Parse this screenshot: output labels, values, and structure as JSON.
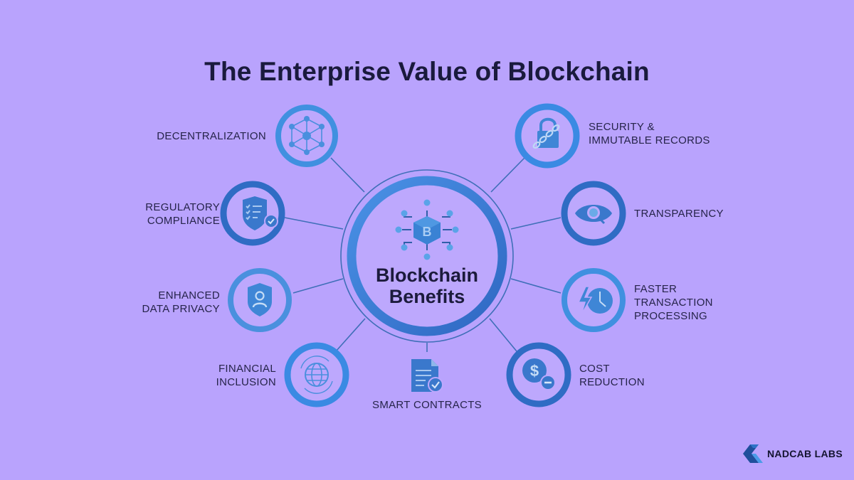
{
  "title": "The Enterprise Value of Blockchain",
  "center": {
    "line1": "Blockchain",
    "line2": "Benefits",
    "icon": "bitcoin-network-icon"
  },
  "benefits": [
    {
      "id": "decentralization",
      "lines": [
        "DECENTRALIZATION"
      ],
      "icon": "network-nodes-icon",
      "side": "left"
    },
    {
      "id": "regulatory-compliance",
      "lines": [
        "REGULATORY",
        "COMPLIANCE"
      ],
      "icon": "shield-checklist-icon",
      "side": "left"
    },
    {
      "id": "enhanced-data-privacy",
      "lines": [
        "ENHANCED",
        "DATA PRIVACY"
      ],
      "icon": "shield-user-icon",
      "side": "left"
    },
    {
      "id": "financial-inclusion",
      "lines": [
        "FINANCIAL",
        "INCLUSION"
      ],
      "icon": "globe-arrows-icon",
      "side": "left"
    },
    {
      "id": "smart-contracts",
      "lines": [
        "SMART CONTRACTS"
      ],
      "icon": "document-check-icon",
      "side": "bottom"
    },
    {
      "id": "cost-reduction",
      "lines": [
        "COST",
        "REDUCTION"
      ],
      "icon": "dollar-minus-icon",
      "side": "right"
    },
    {
      "id": "faster-transaction-processing",
      "lines": [
        "FASTER",
        "TRANSACTION",
        "PROCESSING"
      ],
      "icon": "lightning-clock-icon",
      "side": "right"
    },
    {
      "id": "transparency",
      "lines": [
        "TRANSPARENCY"
      ],
      "icon": "eye-magnifier-icon",
      "side": "right"
    },
    {
      "id": "security-immutable-records",
      "lines": [
        "SECURITY &",
        "IMMUTABLE RECORDS"
      ],
      "icon": "lock-chain-icon",
      "side": "right"
    }
  ],
  "logo": {
    "text": "NADCAB LABS"
  },
  "colors": {
    "background": "#b9a3fd",
    "ring_blue": "#3f86dd",
    "ring_dark": "#2f6cc4",
    "icon_blue": "#3a7fd6",
    "line": "#3f6fb8",
    "text": "#1c1b3c"
  }
}
